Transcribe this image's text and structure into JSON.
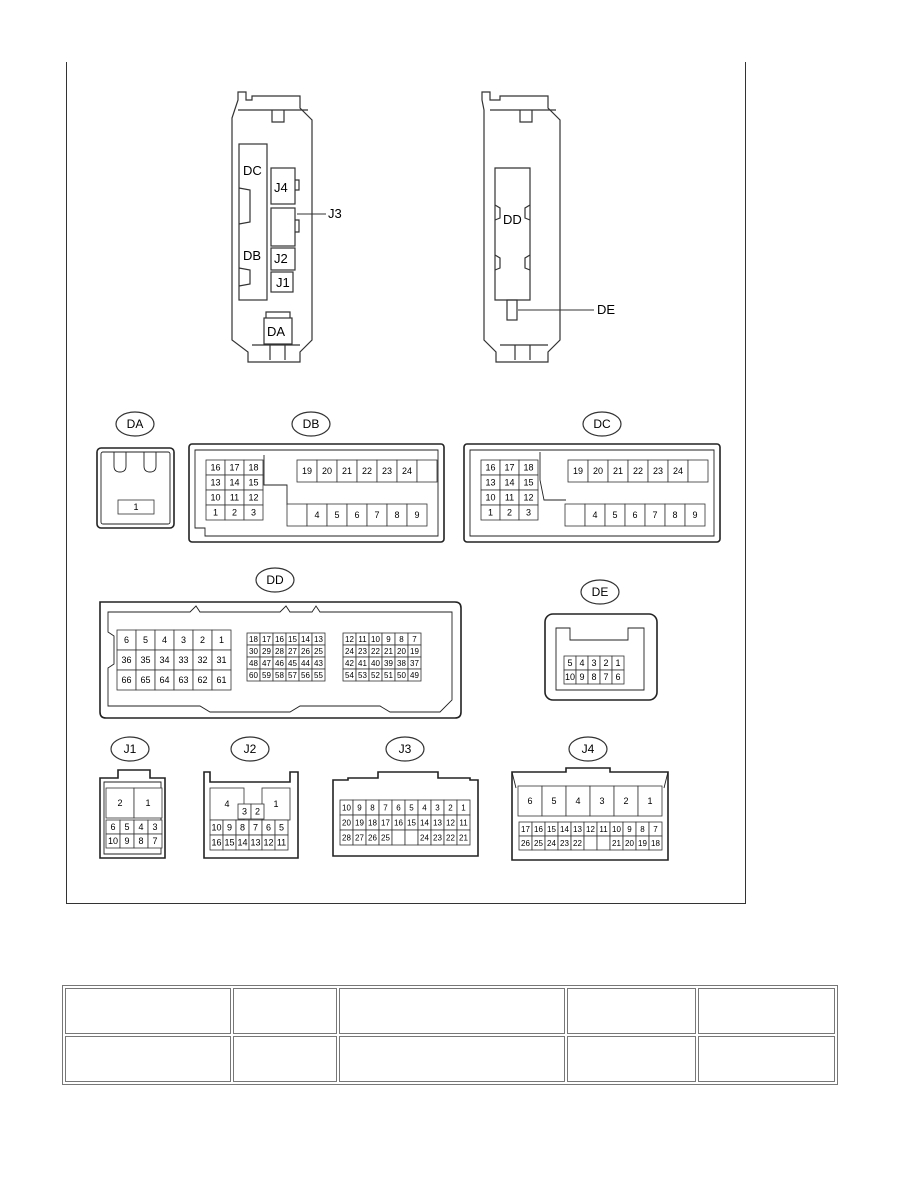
{
  "callouts": {
    "j3": "J3",
    "de": "DE"
  },
  "ecu_front": {
    "dc": "DC",
    "db": "DB",
    "j4": "J4",
    "j2": "J2",
    "j1": "J1",
    "da": "DA"
  },
  "ecu_back": {
    "dd": "DD"
  },
  "connectors": {
    "da": {
      "label": "DA",
      "pins": [
        "1"
      ]
    },
    "db": {
      "label": "DB",
      "left": [
        [
          "16",
          "17",
          "18"
        ],
        [
          "13",
          "14",
          "15"
        ],
        [
          "10",
          "11",
          "12"
        ],
        [
          "1",
          "2",
          "3"
        ]
      ],
      "top": [
        "19",
        "20",
        "21",
        "22",
        "23",
        "24",
        ""
      ],
      "bottom": [
        "",
        "4",
        "5",
        "6",
        "7",
        "8",
        "9"
      ]
    },
    "dc": {
      "label": "DC",
      "left": [
        [
          "16",
          "17",
          "18"
        ],
        [
          "13",
          "14",
          "15"
        ],
        [
          "10",
          "11",
          "12"
        ],
        [
          "1",
          "2",
          "3"
        ]
      ],
      "top": [
        "19",
        "20",
        "21",
        "22",
        "23",
        "24",
        ""
      ],
      "bottom": [
        "",
        "4",
        "5",
        "6",
        "7",
        "8",
        "9"
      ]
    },
    "dd": {
      "label": "DD",
      "g1": [
        [
          "6",
          "5",
          "4",
          "3",
          "2",
          "1"
        ],
        [
          "36",
          "35",
          "34",
          "33",
          "32",
          "31"
        ],
        [
          "66",
          "65",
          "64",
          "63",
          "62",
          "61"
        ]
      ],
      "g2": [
        [
          "18",
          "17",
          "16",
          "15",
          "14",
          "13"
        ],
        [
          "30",
          "29",
          "28",
          "27",
          "26",
          "25"
        ],
        [
          "48",
          "47",
          "46",
          "45",
          "44",
          "43"
        ],
        [
          "60",
          "59",
          "58",
          "57",
          "56",
          "55"
        ]
      ],
      "g3": [
        [
          "12",
          "11",
          "10",
          "9",
          "8",
          "7"
        ],
        [
          "24",
          "23",
          "22",
          "21",
          "20",
          "19"
        ],
        [
          "42",
          "41",
          "40",
          "39",
          "38",
          "37"
        ],
        [
          "54",
          "53",
          "52",
          "51",
          "50",
          "49"
        ]
      ]
    },
    "de": {
      "label": "DE",
      "rows": [
        [
          "5",
          "4",
          "3",
          "2",
          "1"
        ],
        [
          "10",
          "9",
          "8",
          "7",
          "6"
        ]
      ]
    },
    "j1": {
      "label": "J1",
      "top": [
        "2",
        "1"
      ],
      "rows": [
        [
          "6",
          "5",
          "4",
          "3"
        ],
        [
          "10",
          "9",
          "8",
          "7"
        ]
      ]
    },
    "j2": {
      "label": "J2",
      "big_left": "4",
      "big_right": "1",
      "mid": [
        "3",
        "2"
      ],
      "rows": [
        [
          "10",
          "9",
          "8",
          "7",
          "6",
          "5"
        ],
        [
          "16",
          "15",
          "14",
          "13",
          "12",
          "11"
        ]
      ]
    },
    "j3": {
      "label": "J3",
      "rows": [
        [
          "10",
          "9",
          "8",
          "7",
          "6",
          "5",
          "4",
          "3",
          "2",
          "1"
        ],
        [
          "20",
          "19",
          "18",
          "17",
          "16",
          "15",
          "14",
          "13",
          "12",
          "11"
        ],
        [
          "28",
          "27",
          "26",
          "25",
          "",
          "",
          "24",
          "23",
          "22",
          "21"
        ]
      ]
    },
    "j4": {
      "label": "J4",
      "top": [
        "6",
        "5",
        "4",
        "3",
        "2",
        "1"
      ],
      "rows": [
        [
          "17",
          "16",
          "15",
          "14",
          "13",
          "12",
          "11",
          "10",
          "9",
          "8",
          "7"
        ],
        [
          "26",
          "25",
          "24",
          "23",
          "22",
          "",
          "",
          "21",
          "20",
          "19",
          "18"
        ]
      ]
    }
  },
  "table": {
    "rows": [
      [
        "",
        "",
        "",
        "",
        ""
      ],
      [
        "",
        "",
        "",
        "",
        ""
      ]
    ]
  }
}
